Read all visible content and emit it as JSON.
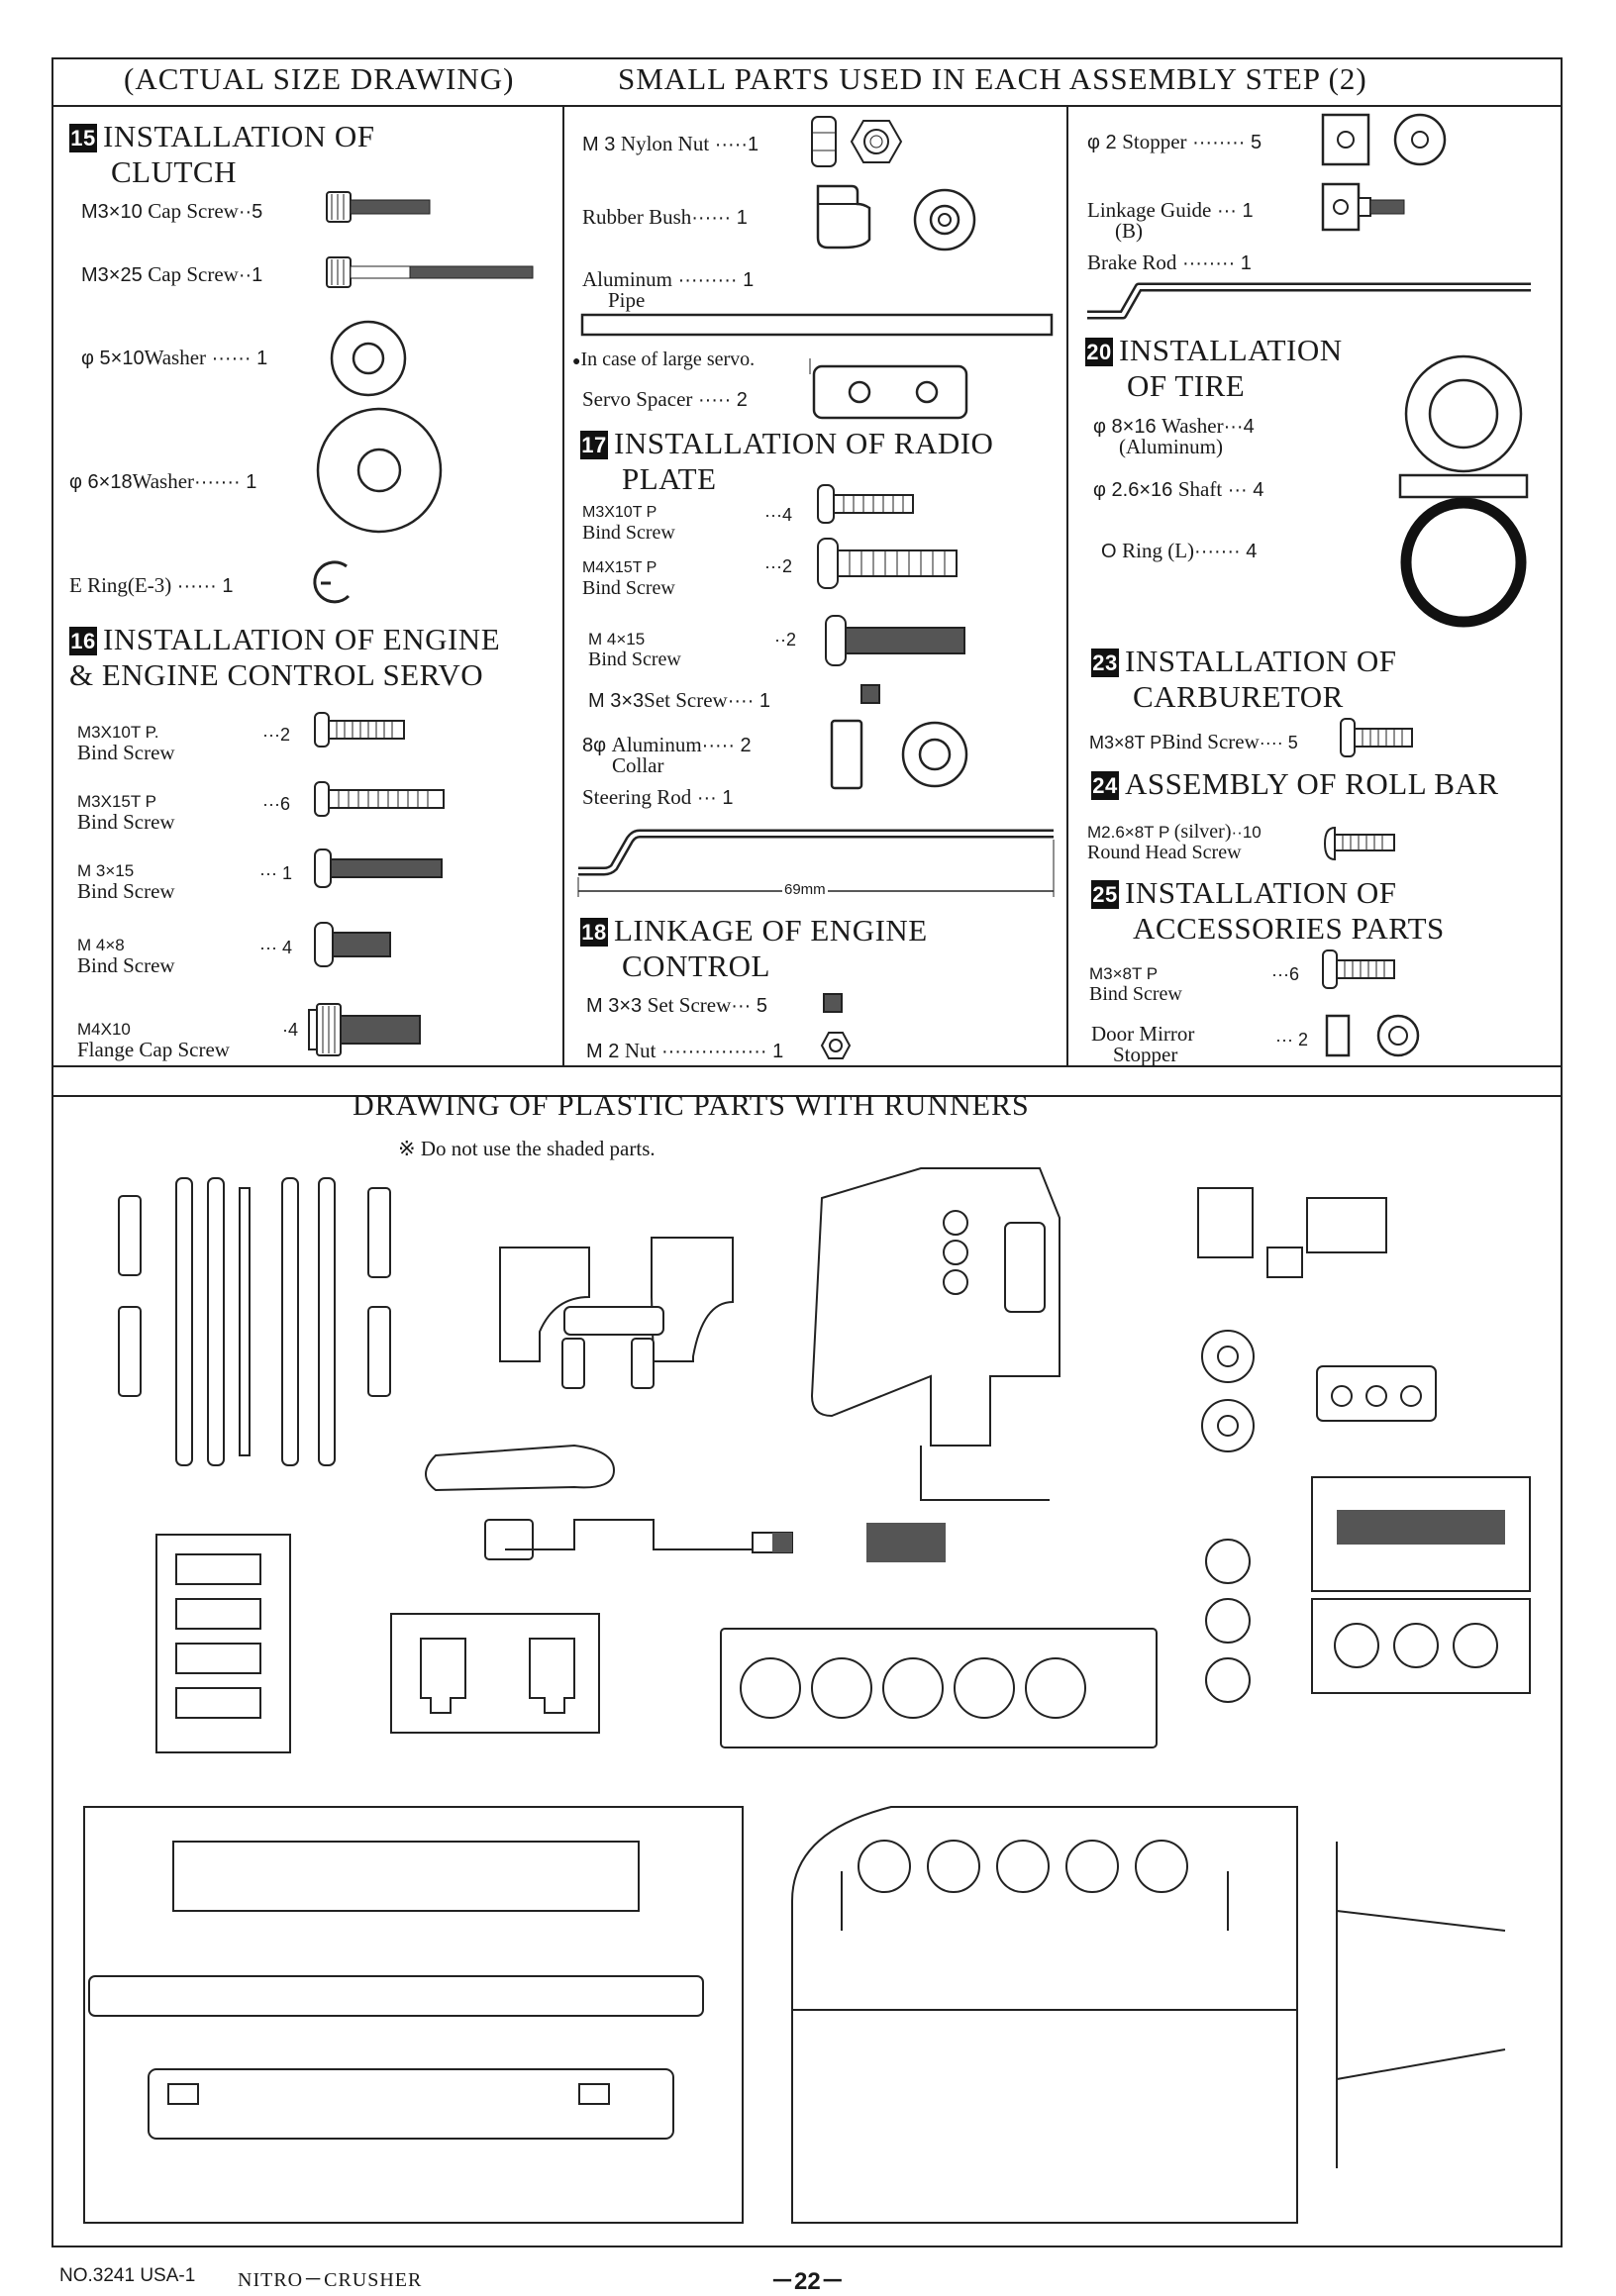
{
  "header": {
    "left": "(ACTUAL SIZE DRAWING)",
    "right": "SMALL PARTS USED IN EACH ASSEMBLY STEP (2)"
  },
  "col1": {
    "s15": {
      "num": "15",
      "line1": "INSTALLATION OF",
      "line2": "CLUTCH"
    },
    "p1": {
      "size": "M3×10",
      "name": "Cap Screw",
      "qty": "··5"
    },
    "p2": {
      "size": "M3×25",
      "name": "Cap Screw",
      "qty": "··1"
    },
    "p3": {
      "size": "φ 5×10",
      "name": "Washer",
      "qty": "······ 1"
    },
    "p4": {
      "size": "φ 6×18",
      "name": "Washer",
      "qty": "······· 1"
    },
    "p5": {
      "size": "E Ring",
      "name": "(E-3)",
      "qty": "······ 1"
    },
    "s16": {
      "num": "16",
      "line1": "INSTALLATION OF ENGINE",
      "line2": "& ENGINE CONTROL SERVO"
    },
    "p6": {
      "size": "M3X10T P.",
      "name": "Bind Screw",
      "qty": "···2"
    },
    "p7": {
      "size": "M3X15T P",
      "name": "Bind Screw",
      "qty": "···6"
    },
    "p8": {
      "size": "M 3×15",
      "name": "Bind Screw",
      "qty": "··· 1"
    },
    "p9": {
      "size": "M 4×8",
      "name": "Bind Screw",
      "qty": "··· 4"
    },
    "p10": {
      "size": "M4X10",
      "name": "Flange Cap Screw",
      "qty": "·4"
    }
  },
  "col2": {
    "p1": {
      "size": "M 3",
      "name": "Nylon Nut",
      "qty": "·····1"
    },
    "p2": {
      "name": "Rubber Bush",
      "qty": "······ 1"
    },
    "p3": {
      "name": "Aluminum",
      "name2": "Pipe",
      "qty": "········· 1"
    },
    "note": "In case of large servo.",
    "p4": {
      "name": "Servo Spacer",
      "qty": "····· 2"
    },
    "s17": {
      "num": "17",
      "line1": "INSTALLATION OF RADIO",
      "line2": "PLATE"
    },
    "p5": {
      "size": "M3X10T P",
      "name": "Bind Screw",
      "qty": "···4"
    },
    "p6": {
      "size": "M4X15T P",
      "name": "Bind Screw",
      "qty": "···2"
    },
    "p7": {
      "size": "M 4×15",
      "name": "Bind Screw",
      "qty": "··2"
    },
    "p8": {
      "size": "M 3×3",
      "name": "Set Screw",
      "qty": "···· 1"
    },
    "p9": {
      "size": "8φ",
      "name": "Aluminum",
      "name2": "Collar",
      "qty": "····· 2"
    },
    "p10": {
      "name": "Steering Rod",
      "qty": "··· 1"
    },
    "dim": "69mm",
    "s18": {
      "num": "18",
      "line1": "LINKAGE OF ENGINE",
      "line2": "CONTROL"
    },
    "p11": {
      "size": "M 3×3",
      "name": "Set Screw",
      "qty": "··· 5"
    },
    "p12": {
      "size": "M 2",
      "name": "Nut",
      "qty": "················ 1"
    }
  },
  "col3": {
    "p1": {
      "size": "φ 2",
      "name": "Stopper",
      "qty": "········ 5"
    },
    "p2": {
      "name": "Linkage Guide",
      "name2": "(B)",
      "qty": "··· 1"
    },
    "p3": {
      "name": "Brake Rod",
      "qty": "········ 1"
    },
    "s20": {
      "num": "20",
      "line1": "INSTALLATION",
      "line2": "OF TIRE"
    },
    "p4": {
      "size": "φ 8×16",
      "name": "Washer",
      "name2": "(Aluminum)",
      "qty": "···4"
    },
    "p5": {
      "size": "φ 2.6×16",
      "name": "Shaft",
      "qty": "··· 4"
    },
    "p6": {
      "size": "O",
      "name": "Ring (L)",
      "qty": "······· 4"
    },
    "s23": {
      "num": "23",
      "line1": "INSTALLATION OF",
      "line2": "CARBURETOR"
    },
    "p7": {
      "size": "M3×8T P",
      "name": "Bind Screw",
      "qty": "···· 5"
    },
    "s24": {
      "num": "24",
      "line1": "ASSEMBLY OF ROLL BAR"
    },
    "p8": {
      "size": "M2.6×8T P",
      "name": "(silver)",
      "name2": "Round Head Screw",
      "qty": "··10"
    },
    "s25": {
      "num": "25",
      "line1": "INSTALLATION OF",
      "line2": "ACCESSORIES PARTS"
    },
    "p9": {
      "size": "M3×8T P",
      "name": "Bind Screw",
      "qty": "···6"
    },
    "p10": {
      "name": "Door Mirror",
      "name2": "Stopper",
      "qty": "··· 2"
    }
  },
  "runners": {
    "title": "DRAWING OF PLASTIC PARTS WITH RUNNERS",
    "note": "※ Do not use the shaded parts."
  },
  "footer": {
    "code": "NO.3241 USA-1",
    "name": "NITRO－CRUSHER",
    "page": "－22－"
  }
}
